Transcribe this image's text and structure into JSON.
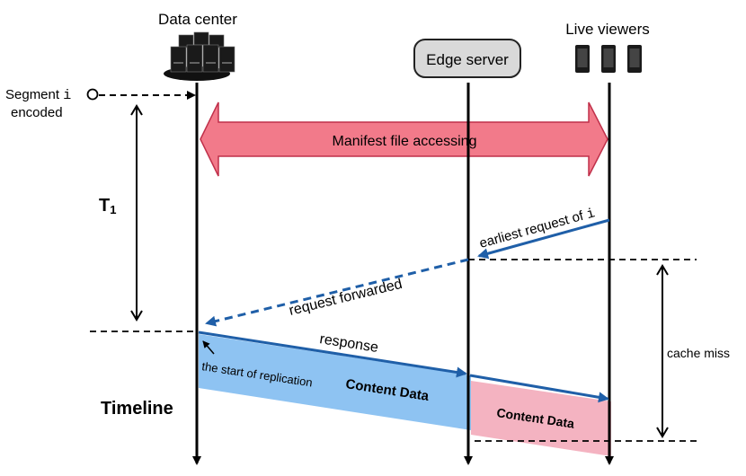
{
  "columns": {
    "data_center": "Data center",
    "edge_server": "Edge server",
    "live_viewers": "Live viewers"
  },
  "segment": {
    "label_prefix": "Segment ",
    "label_var": "i",
    "label_line2": "encoded"
  },
  "manifest_label": "Manifest file accessing",
  "t1_label": "T",
  "t1_sub": "1",
  "earliest_request_prefix": "earliest request of ",
  "earliest_request_var": "i",
  "request_forwarded": "request forwarded",
  "response": "response",
  "start_of_replication": "the start of replication",
  "content_data_1": "Content Data",
  "content_data_2": "Content Data",
  "cache_miss": "cache miss",
  "timeline": "Timeline",
  "colors": {
    "arrow_blue": "#1f5fa8",
    "manifest_fill": "#f27a8a",
    "manifest_stroke": "#c0304a",
    "content_blue": "#8ec3f2",
    "content_pink": "#f4b3c1",
    "edge_box": "#d9d9d9"
  }
}
